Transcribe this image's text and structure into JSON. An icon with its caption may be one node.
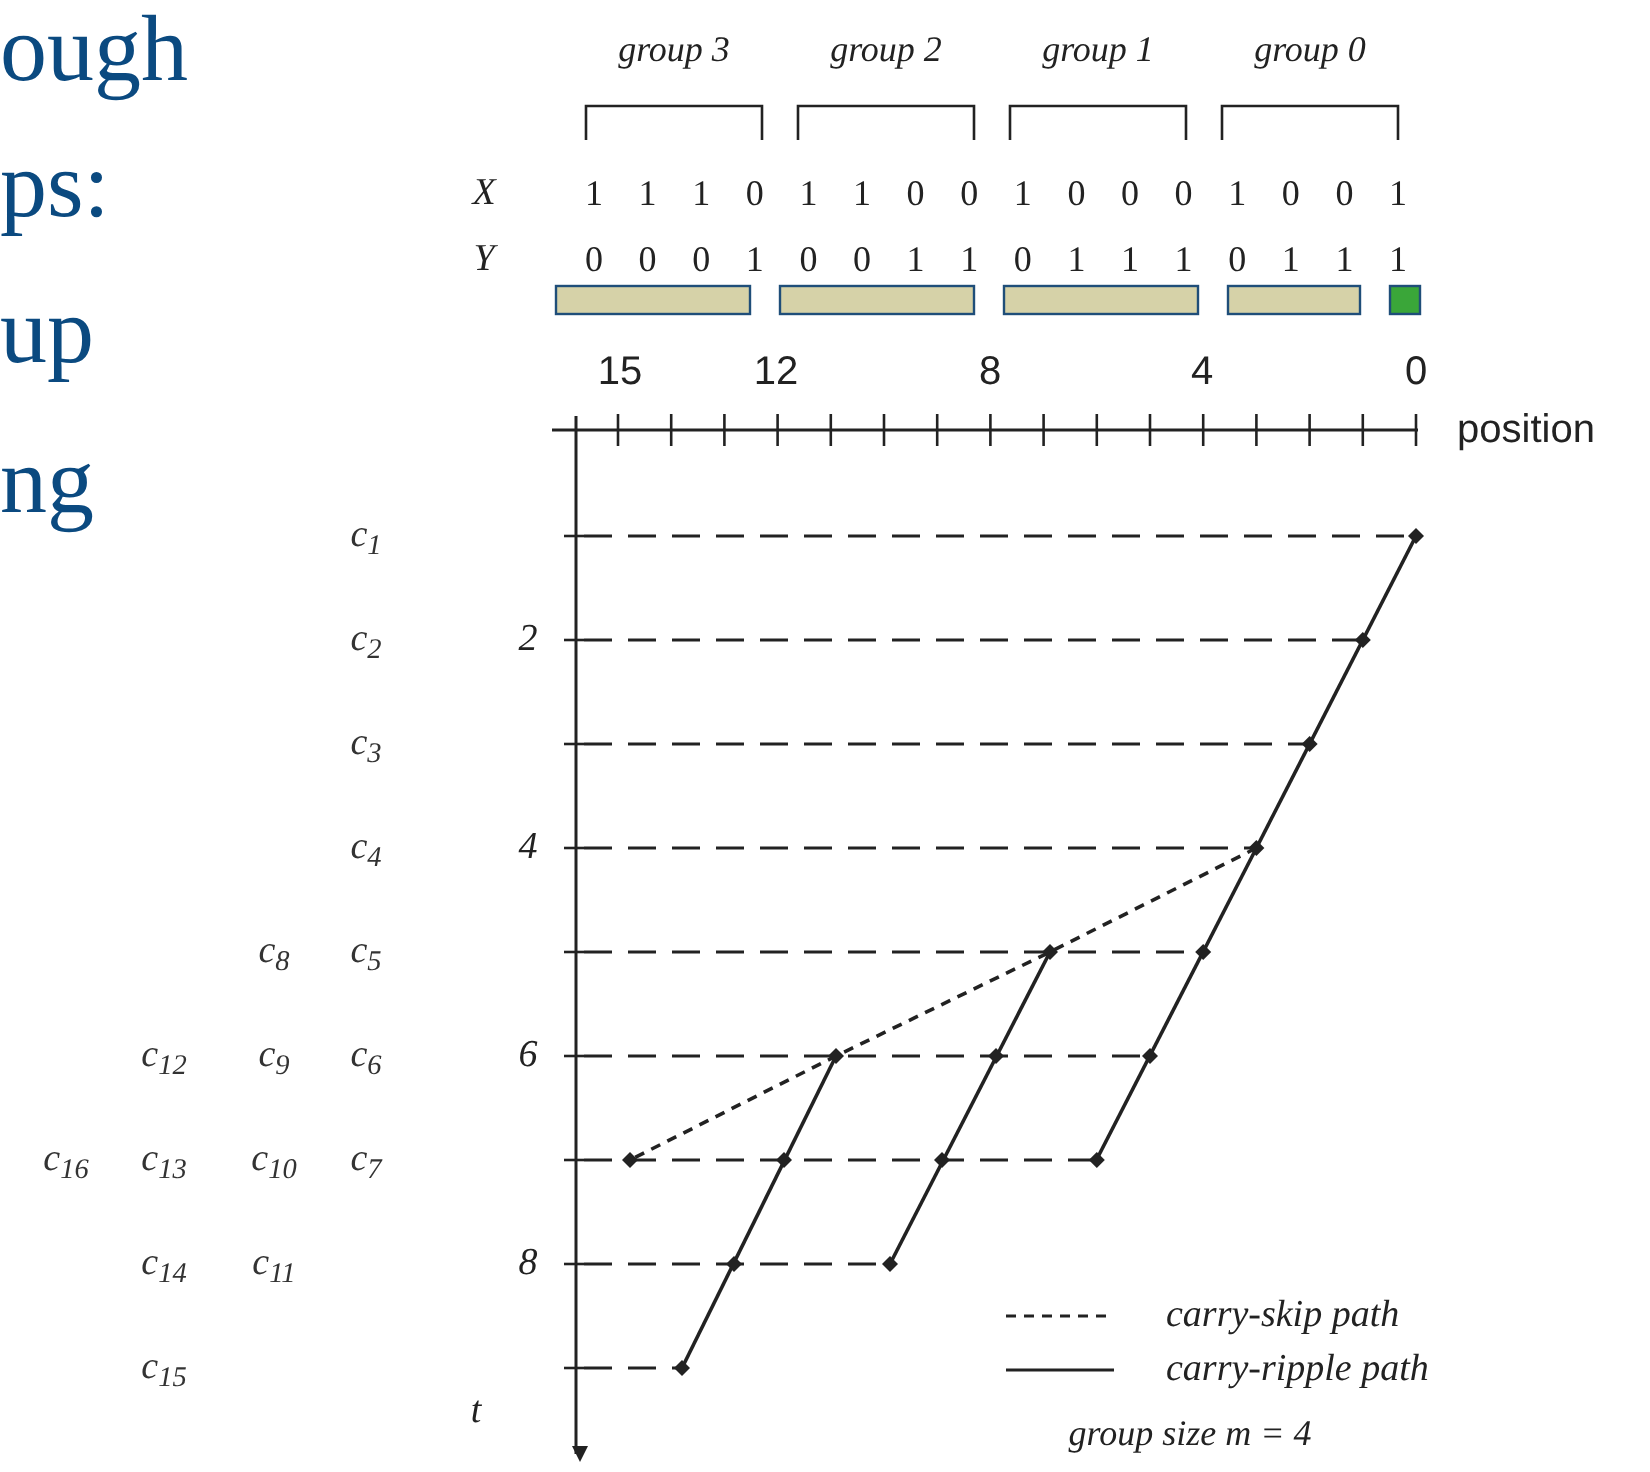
{
  "diagram": {
    "labels": [
      "ough",
      "ps:",
      "up",
      "ng",
      "group 3",
      "group 2",
      "group 1",
      "group 0",
      "X",
      "1",
      "1",
      "1",
      "0",
      "1",
      "1",
      "0",
      "0",
      "1",
      "0",
      "0",
      "0",
      "1",
      "0",
      "0",
      "1",
      "Y",
      "0",
      "0",
      "0",
      "1",
      "0",
      "0",
      "1",
      "1",
      "0",
      "1",
      "1",
      "1",
      "0",
      "1",
      "1",
      "1",
      "15",
      "12",
      "8",
      "4",
      "0",
      "position",
      "c$_{1}$",
      "c$_{2}$",
      "2",
      "c$_{3}$",
      "c$_{4}$",
      "4",
      "c$_{8}$",
      "c$_{5}$",
      "c$_{12}$",
      "c$_{9}$",
      "c$_{6}$",
      "6",
      "c$_{16}$",
      "c$_{13}$",
      "c$_{10}$",
      "c$_{7}$",
      "c$_{14}$",
      "c$_{11}$",
      "8",
      "c$_{15}$",
      "t",
      "group size m = 4"
    ],
    "legend": [
      {
        "text": "carry-skip path"
      },
      {
        "text": "carry-ripple path"
      }
    ]
  }
}
